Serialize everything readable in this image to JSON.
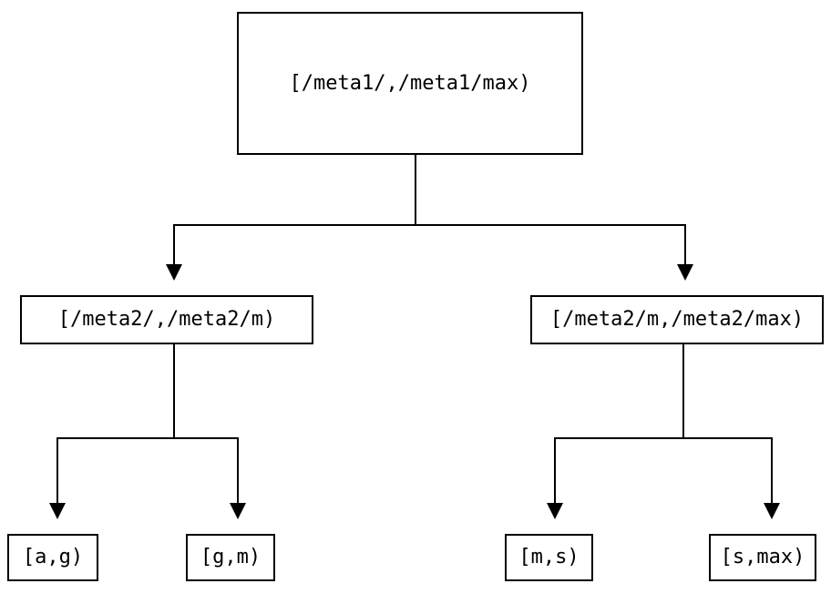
{
  "diagram": {
    "type": "binary-interval-tree",
    "nodes": {
      "root": {
        "label": "[/meta1/,/meta1/max)"
      },
      "left": {
        "label": "[/meta2/,/meta2/m)"
      },
      "right": {
        "label": "[/meta2/m,/meta2/max)"
      },
      "leaf_ag": {
        "label": "[a,g)"
      },
      "leaf_gm": {
        "label": "[g,m)"
      },
      "leaf_ms": {
        "label": "[m,s)"
      },
      "leaf_smax": {
        "label": "[s,max)"
      }
    },
    "edges": [
      {
        "from": "root",
        "to": "left"
      },
      {
        "from": "root",
        "to": "right"
      },
      {
        "from": "left",
        "to": "leaf_ag"
      },
      {
        "from": "left",
        "to": "leaf_gm"
      },
      {
        "from": "right",
        "to": "leaf_ms"
      },
      {
        "from": "right",
        "to": "leaf_smax"
      }
    ],
    "colors": {
      "line": "#000000",
      "arrow": "#000000",
      "text": "#000000",
      "node_fill": "#ffffff",
      "background": "#ffffff"
    }
  }
}
